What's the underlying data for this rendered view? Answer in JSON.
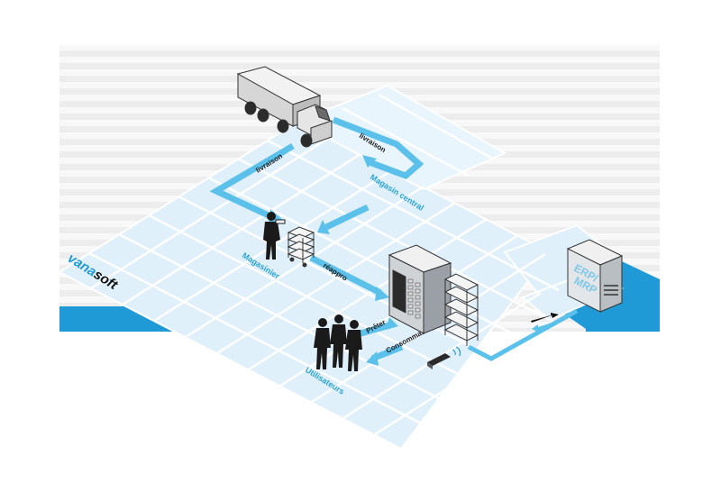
{
  "brand": {
    "prefix": "vana",
    "suffix": "soft",
    "prefix_color": "#1f9ad6",
    "suffix_color": "#111111"
  },
  "labels": {
    "livraison_truck": "livraison",
    "livraison_floor": "livraison",
    "magasin_central": "Magasin central",
    "magasinier": "Magasinier",
    "reappro": "réappro",
    "preter": "Prêter",
    "consommable": "Consommable",
    "utilisateurs": "Utilisateurs"
  },
  "erp": {
    "line1": "ERP/",
    "line2": "MRP"
  },
  "colors": {
    "floor": "#dff0fa",
    "floor_lines": "#ffffff",
    "flow_arrows": "#5bc0ea",
    "accent_band": "#1f9ad6",
    "stripes": "#ececec",
    "dark_figure": "#1a1a1a"
  },
  "icons": [
    "truck-icon",
    "storekeeper-icon",
    "cart-icon",
    "dispenser-icon",
    "bin-rack-icon",
    "users-icon",
    "scanner-icon",
    "erp-server-icon"
  ]
}
